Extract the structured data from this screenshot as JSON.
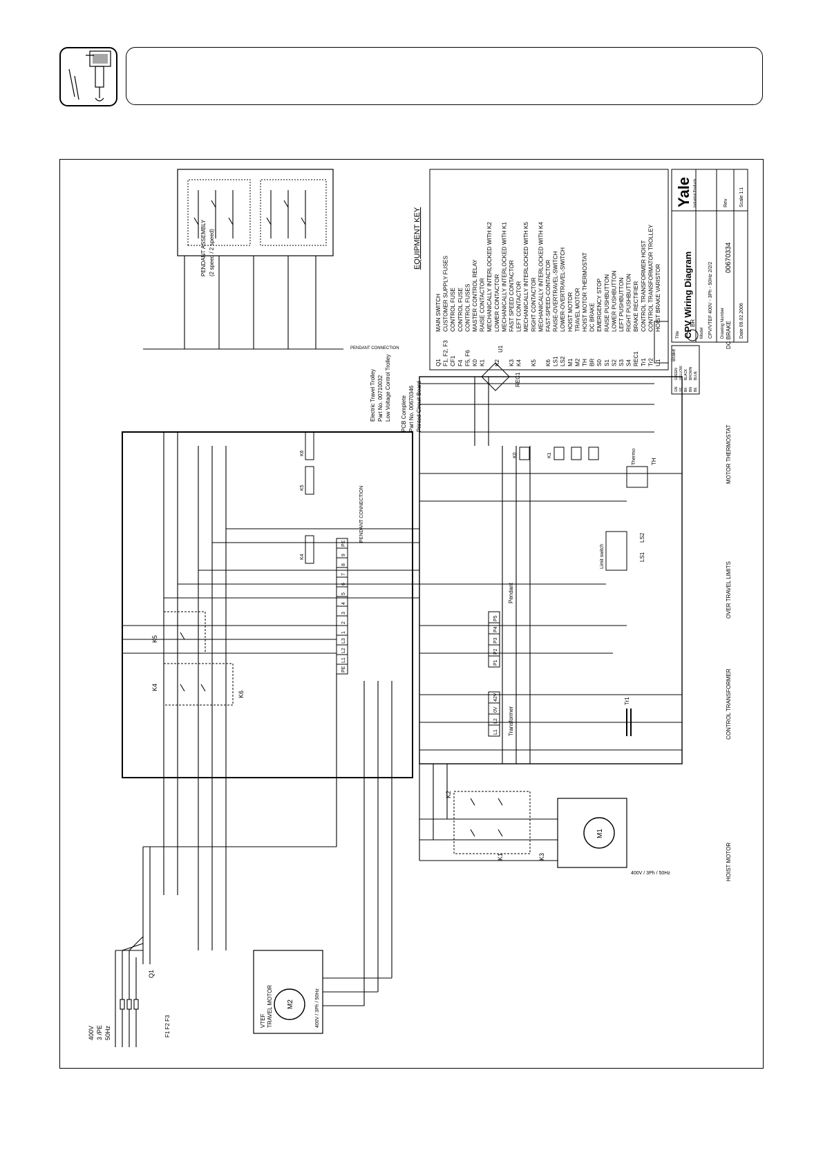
{
  "equipment_key": {
    "heading": "EQUIPMENT KEY",
    "items": [
      {
        "code": "Q1",
        "desc": "MAIN SWITCH"
      },
      {
        "code": "F1, F2, F3",
        "desc": "CUSTOMER SUPPLY FUSES"
      },
      {
        "code": "CF1",
        "desc": "CONTROL FUSE"
      },
      {
        "code": "F4",
        "desc": "CONTROL FUSE"
      },
      {
        "code": "F5, F6",
        "desc": "CONTROL FUSES"
      },
      {
        "code": "K0",
        "desc": "MASTER CONTROL RELAY"
      },
      {
        "code": "K1",
        "desc": "RAISE CONTACTOR"
      },
      {
        "code": "",
        "desc": "MECHANICALLY INTERLOCKED WITH K2"
      },
      {
        "code": "K2",
        "desc": "LOWER CONTACTOR"
      },
      {
        "code": "",
        "desc": "MECHANICALLY INTERLOCKED WITH K1"
      },
      {
        "code": "K3",
        "desc": "FAST SPEED CONTACTOR"
      },
      {
        "code": "K4",
        "desc": "LEFT CONTACTOR"
      },
      {
        "code": "",
        "desc": "MECHANICALLY INTERLOCKED WITH K5"
      },
      {
        "code": "K5",
        "desc": "RIGHT CONTACTOR"
      },
      {
        "code": "",
        "desc": "MECHANICALLY INTERLOCKED WITH K4"
      },
      {
        "code": "K6",
        "desc": "FAST-SPEED-CONTACTOR"
      },
      {
        "code": "LS1",
        "desc": "RAISE-OVERTRAVEL-SWITCH"
      },
      {
        "code": "LS2",
        "desc": "LOWER-OVERTRAVEL-SWITCH"
      },
      {
        "code": "M1",
        "desc": "HOIST MOTOR"
      },
      {
        "code": "M2",
        "desc": "TRAVEL MOTOR"
      },
      {
        "code": "TH",
        "desc": "HOIST MOTOR THERMOSTAT"
      },
      {
        "code": "BR",
        "desc": "DC BRAKE"
      },
      {
        "code": "S0",
        "desc": "EMERGENCY STOP"
      },
      {
        "code": "S1",
        "desc": "RAISE PUSHBUTTON"
      },
      {
        "code": "S2",
        "desc": "LOWER PUSHBUTTON"
      },
      {
        "code": "S3",
        "desc": "LEFT PUSHBUTTON"
      },
      {
        "code": "S4",
        "desc": "RIGHT PUSHBUTTON"
      },
      {
        "code": "REC1",
        "desc": "BRAKE RECTIFIER"
      },
      {
        "code": "Tr1",
        "desc": "CONTROL TRANSFORMER HOIST"
      },
      {
        "code": "Tr2",
        "desc": "CONTROL TRANSFORMATOR TROLLEY"
      },
      {
        "code": "U1",
        "desc": "HOIST BRAKE VARISTOR"
      }
    ]
  },
  "colour_codes": [
    {
      "code": "GN",
      "name": "GREEN"
    },
    {
      "code": "YE",
      "name": "YELLOW"
    },
    {
      "code": "BK",
      "name": "BLACK"
    },
    {
      "code": "BN",
      "name": "BROWN"
    },
    {
      "code": "BE",
      "name": "BLUE"
    }
  ],
  "title_block": {
    "brand": "Yale",
    "brand_sub": "Industrial Products",
    "title_label": "Title",
    "title": "CPV Wiring Diagram",
    "model_label": "Model",
    "model": "CPV/VTEF 400V - 3Ph - 50Hz  2/2/2",
    "drawing_label": "Drawing Number",
    "drawing_number": "00670334",
    "rev_label": "Rev",
    "date": "Date 09.02.2006",
    "scale": "Scale 1:1"
  },
  "pendant": {
    "title": "PENDANT ASSEMBLY",
    "subtitle": "(2 speed / 2 speed)",
    "connection": "PENDANT CONNECTION"
  },
  "notes": {
    "trolley_1": "Electric Travel Trolley",
    "trolley_2": "Part No. 00710032",
    "trolley_3": "Low Voltage Control Trolley",
    "pcb_1": "PCB Complete",
    "pcb_2": "Part No. 00670346",
    "pcb_3": "Printed Circuit Board"
  },
  "supply": {
    "voltage": "400V",
    "phase": "3 /PE",
    "freq": "50Hz"
  },
  "travel_motor": {
    "name": "VTEF",
    "desc": "TRAVEL MOTOR",
    "spec": "400V / 3Ph / 50Hz",
    "label": "M2"
  },
  "hoist_motor": {
    "label": "M1",
    "spec": "400V / 3Ph / 50Hz"
  },
  "sections": [
    "HOIST MOTOR",
    "CONTROL TRANSFORMER",
    "OVER TRAVEL LIMITS",
    "MOTOR THERMOSTAT",
    "DC BRAKE"
  ],
  "components": {
    "q1": "Q1",
    "fuses": "F1 F2 F3",
    "k0": "K0",
    "k1": "K1",
    "k2": "K2",
    "k3": "K3",
    "k4": "K4",
    "k5": "K5",
    "k6": "K6",
    "rec1": "REC1",
    "u1": "U1",
    "th": "TH",
    "br": "BR",
    "tr1": "Tr1",
    "ls1": "LS1",
    "ls2": "LS2",
    "transformer": "Transformer",
    "pendant_block": "Pendant",
    "limit_switch": "Limit switch",
    "thermo": "Thermo",
    "brake": "Brake",
    "pendant_conn": "PENDANT CONNECTION"
  },
  "terminals": {
    "main": [
      "PE",
      "L1",
      "L2",
      "L3",
      "1",
      "2",
      "3",
      "4",
      "5",
      "6",
      "7",
      "8",
      "9",
      "PE"
    ],
    "pcb_pendant": [
      "P1",
      "P2",
      "P3",
      "P4",
      "P5"
    ],
    "transformer": [
      "L1",
      "L2",
      "0V",
      "42V"
    ]
  }
}
